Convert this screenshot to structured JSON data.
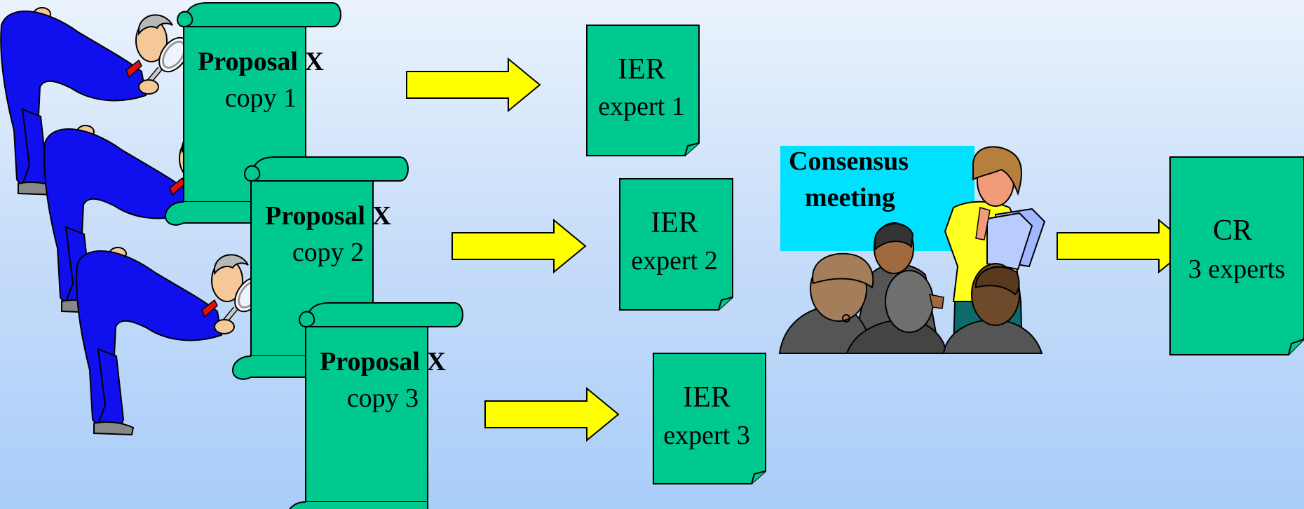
{
  "colors": {
    "document_fill": "#00c98f",
    "arrow_fill": "#ffff00",
    "meeting_banner": "#00e1ff",
    "inspector_suit": "#1010ee",
    "outline": "#000000"
  },
  "proposals": [
    {
      "title": "Proposal X",
      "subtitle": "copy 1"
    },
    {
      "title": "Proposal X",
      "subtitle": "copy 2"
    },
    {
      "title": "Proposal X",
      "subtitle": "copy 3"
    }
  ],
  "ier_reports": [
    {
      "title": "IER",
      "subtitle": "expert 1"
    },
    {
      "title": "IER",
      "subtitle": "expert 2"
    },
    {
      "title": "IER",
      "subtitle": "expert 3"
    }
  ],
  "consensus_meeting": {
    "line1": "Consensus",
    "line2": "meeting"
  },
  "consensus_report": {
    "title": "CR",
    "subtitle": "3 experts"
  },
  "icons": [
    "expert-inspector-icon",
    "magnifying-glass-icon",
    "meeting-people-icon",
    "arrow-right-icon",
    "document-icon",
    "scroll-icon"
  ]
}
